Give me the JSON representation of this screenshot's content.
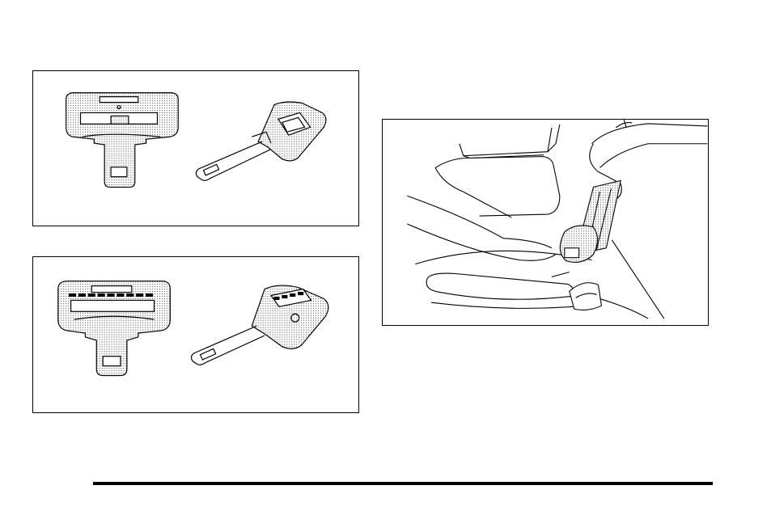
{
  "page": {
    "figures": [
      {
        "id": "fig-top",
        "subject": "latch-plate-type-1-front-and-side"
      },
      {
        "id": "fig-mid",
        "subject": "latch-plate-type-2-front-and-side"
      },
      {
        "id": "fig-right",
        "subject": "hand-pulling-seat-belt-latch-plate-from-seat"
      }
    ],
    "colors": {
      "ink": "#000000",
      "paper": "#ffffff",
      "shade": "#d9d9d9"
    }
  }
}
